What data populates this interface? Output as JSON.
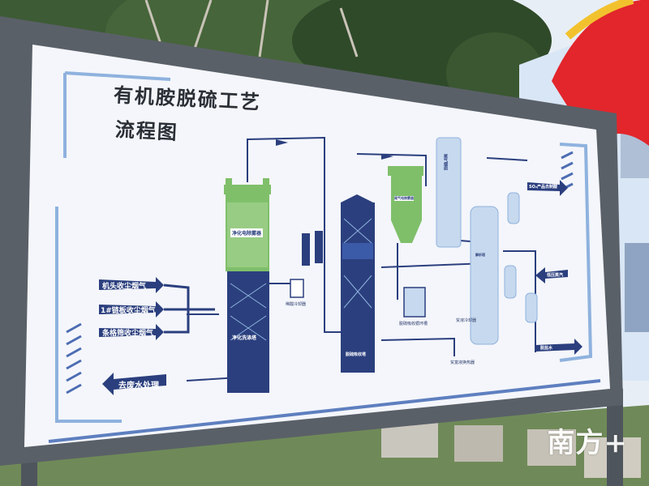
{
  "sign": {
    "title_line1": "有机胺脱硫工艺",
    "title_line2": "流程图",
    "inputs": [
      "机头收尘烟气",
      "1#链板收尘烟气",
      "条格筛收尘烟气"
    ],
    "output_wastewater": "去废水处理",
    "tower_labels": {
      "purify_wash": "净化洗涤塔",
      "purify_precipitator": "净化电除雾器",
      "absorption": "脱硫吸收塔",
      "tail_gas": "尾气电除雾器",
      "tail_chimney": "尾气烟囱",
      "regeneration": "解析塔"
    },
    "right_labels": {
      "so2_product": "SO₂产品去制酸",
      "low_pressure_steam": "低压蒸汽",
      "desalt": "脱盐水"
    },
    "small_labels": {
      "rich_cooler": "稀酸冷却器",
      "recycle_pump": "贫液冷却器",
      "lean_cooler": "贫富液换热器",
      "circulation_tank": "脱硫吸收循环槽"
    }
  },
  "watermark": "南方+",
  "colors": {
    "sign_bg": "#f4f6fb",
    "sign_frame": "#5a6068",
    "navy": "#2b3f7e",
    "light_blue": "#8fb2de",
    "green": "#7fbf6a",
    "sky": "#e8eef5",
    "tree": "#3d5b34",
    "red_balloon": "#e2262c",
    "building": "#d9e6f5"
  }
}
